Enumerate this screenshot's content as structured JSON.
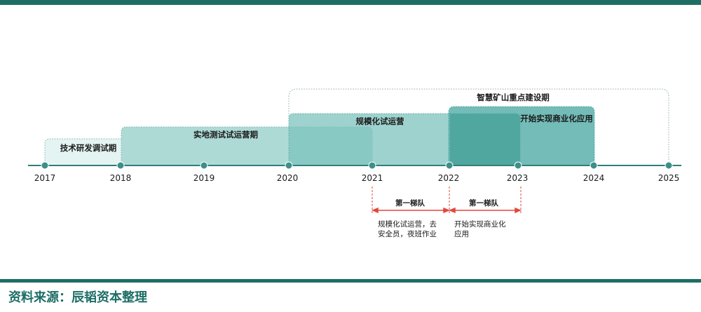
{
  "years": [
    "2017",
    "2018",
    "2019",
    "2020",
    "2021",
    "2022",
    "2023",
    "2024",
    "2025"
  ],
  "phases": {
    "rd": "技术研发调试期",
    "field": "实地测试试运营期",
    "scale": "规模化试运营",
    "smart": "智慧矿山重点建设期",
    "commercial": "开始实现商业化应用"
  },
  "tiers": [
    {
      "label": "第一梯队",
      "desc_line1": "规模化试运营，去",
      "desc_line2": "安全员，夜班作业"
    },
    {
      "label": "第一梯队",
      "desc_line1": "开始实现商业化",
      "desc_line2": "应用"
    }
  ],
  "source": "资料来源：辰韬资本整理",
  "colors": {
    "brand": "#1e6e66",
    "axis": "#2f7f78",
    "marker": "#3d8f88",
    "bracket": "#e2473d"
  }
}
